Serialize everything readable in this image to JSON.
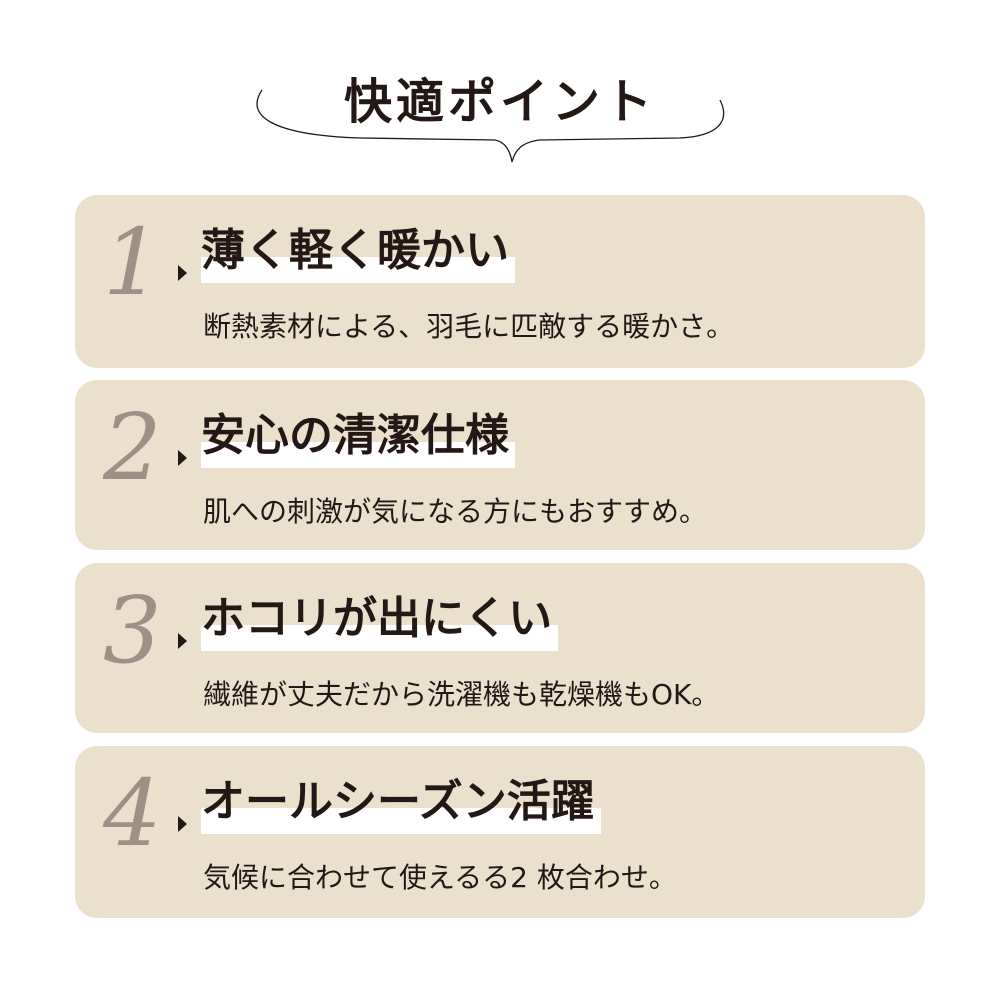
{
  "heading": "快適ポイント",
  "colors": {
    "card_bg": "#ebe0cb",
    "number": "#a08f85",
    "text": "#231815"
  },
  "points": [
    {
      "number": "1",
      "title": "薄く軽く暖かい",
      "description": "断熱素材による、羽毛に匹敵する暖かさ。"
    },
    {
      "number": "2",
      "title": "安心の清潔仕様",
      "description": "肌への刺激が気になる方にもおすすめ。"
    },
    {
      "number": "3",
      "title": "ホコリが出にくい",
      "description": "繊維が丈夫だから洗濯機も乾燥機もOK。"
    },
    {
      "number": "4",
      "title": "オールシーズン活躍",
      "description": "気候に合わせて使えるる2 枚合わせ。"
    }
  ]
}
